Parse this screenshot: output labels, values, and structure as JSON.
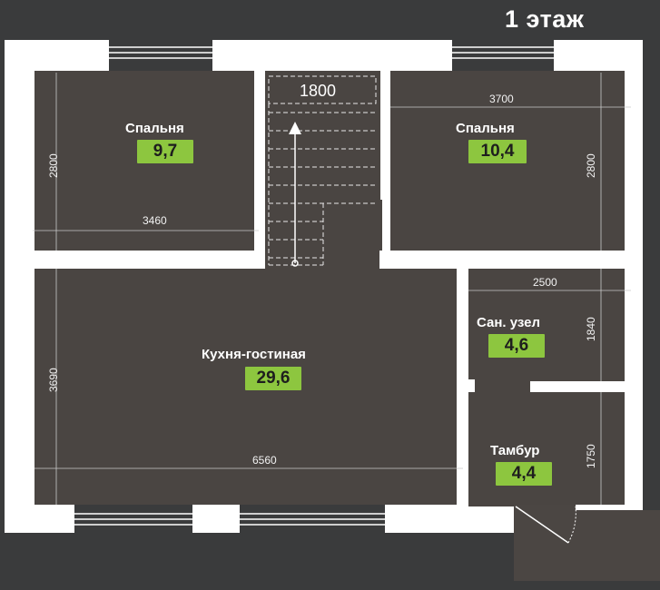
{
  "title": "1 этаж",
  "colors": {
    "background": "#3a3b3c",
    "floor": "#4a4542",
    "wall": "#ffffff",
    "badge": "#8dc63f"
  },
  "rooms": [
    {
      "name": "Спальня",
      "area": "9,7"
    },
    {
      "name": "Спальня",
      "area": "10,4"
    },
    {
      "name": "Кухня-гостиная",
      "area": "29,6"
    },
    {
      "name": "Сан. узел",
      "area": "4,6"
    },
    {
      "name": "Тамбур",
      "area": "4,4"
    }
  ],
  "dimensions": {
    "stair_width": "1800",
    "bedroom1_width": "3460",
    "bedroom1_depth": "2800",
    "bedroom2_width": "3700",
    "bedroom2_depth": "2800",
    "bathroom_width": "2500",
    "bathroom_depth": "1840",
    "living_width": "6560",
    "living_depth": "3690",
    "vestibule_depth": "1750"
  }
}
